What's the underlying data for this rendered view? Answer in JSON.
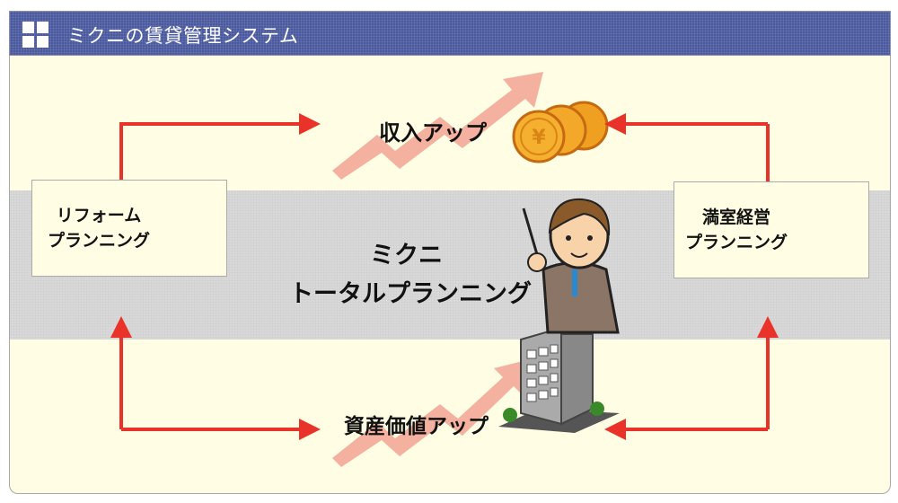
{
  "header": {
    "title": "ミクニの賃貸管理システム",
    "icon": "grid-icon"
  },
  "diagram": {
    "income_up": "収入アップ",
    "asset_value_up": "資産価値アップ",
    "center_line1": "ミクニ",
    "center_line2": "トータルプランニング",
    "left_box": {
      "line1": "リフォーム",
      "line2": "プランニング"
    },
    "right_box": {
      "line1": "満室経営",
      "line2": "プランニング"
    }
  },
  "colors": {
    "header": "#4b5a9f",
    "panel": "#fffde3",
    "band": "#d9d9d9",
    "arrow": "#e8322a",
    "rise_arrow": "#f3a898",
    "coin": "#f0a020"
  }
}
